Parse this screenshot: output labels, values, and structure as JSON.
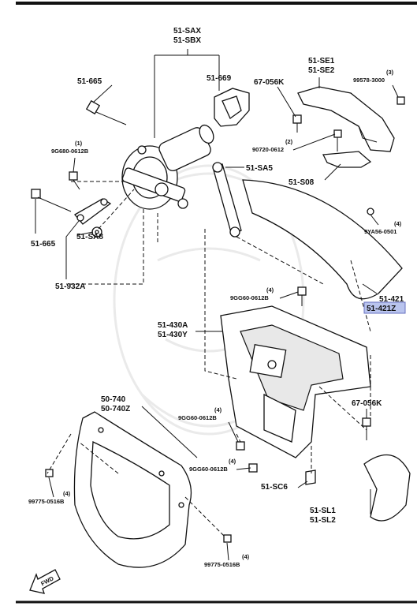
{
  "labels": {
    "sax": "51-SAX",
    "sbx": "51-SBX",
    "p669": "51-669",
    "p665_top": "51-665",
    "qty1": "(1)",
    "bolt_9g680": "9G680-0612B",
    "p665_bot": "51-665",
    "sa8": "51-SA8",
    "p932a": "51-932A",
    "p67056k_top": "67-056K",
    "se1": "51-SE1",
    "se2": "51-SE2",
    "qty3": "(3)",
    "p99578": "99578-3000",
    "qty2": "(2)",
    "p90720": "90720-0612",
    "sa5": "51-SA5",
    "s08": "51-S08",
    "qty4a": "(4)",
    "p9ya56": "9YA56-0501",
    "p421": "51-421",
    "p421z": "51-421Z",
    "qty4b": "(4)",
    "p9gg60_a": "9GG60-0612B",
    "p430a": "51-430A",
    "p430y": "51-430Y",
    "p740": "50-740",
    "p740z": "50-740Z",
    "qty4c": "(4)",
    "p9gg60_b": "9GG60-0612B",
    "qty4d": "(4)",
    "p9gg60_c": "9GG60-0612B",
    "p67056k_bot": "67-056K",
    "qty4e": "(4)",
    "p99775_l": "99775-0516B",
    "sc6": "51-SC6",
    "sl1": "51-SL1",
    "sl2": "51-SL2",
    "qty4f": "(4)",
    "p99775_b": "99775-0516B",
    "fwd": "FWD"
  },
  "colors": {
    "ink": "#111111",
    "highlight": "#b9c4ee"
  }
}
